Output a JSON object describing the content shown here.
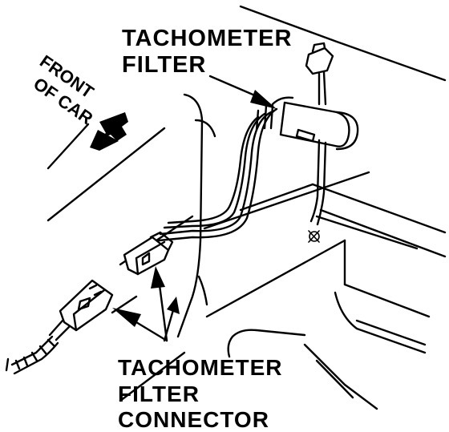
{
  "labels": {
    "filter_line1": "TACHOMETER",
    "filter_line2": "FILTER",
    "front_line1": "FRONT",
    "front_line2": "OF CAR",
    "connector_line1": "TACHOMETER",
    "connector_line2": "FILTER",
    "connector_line3": "CONNECTOR"
  },
  "colors": {
    "ink": "#000000",
    "paper": "#ffffff"
  }
}
